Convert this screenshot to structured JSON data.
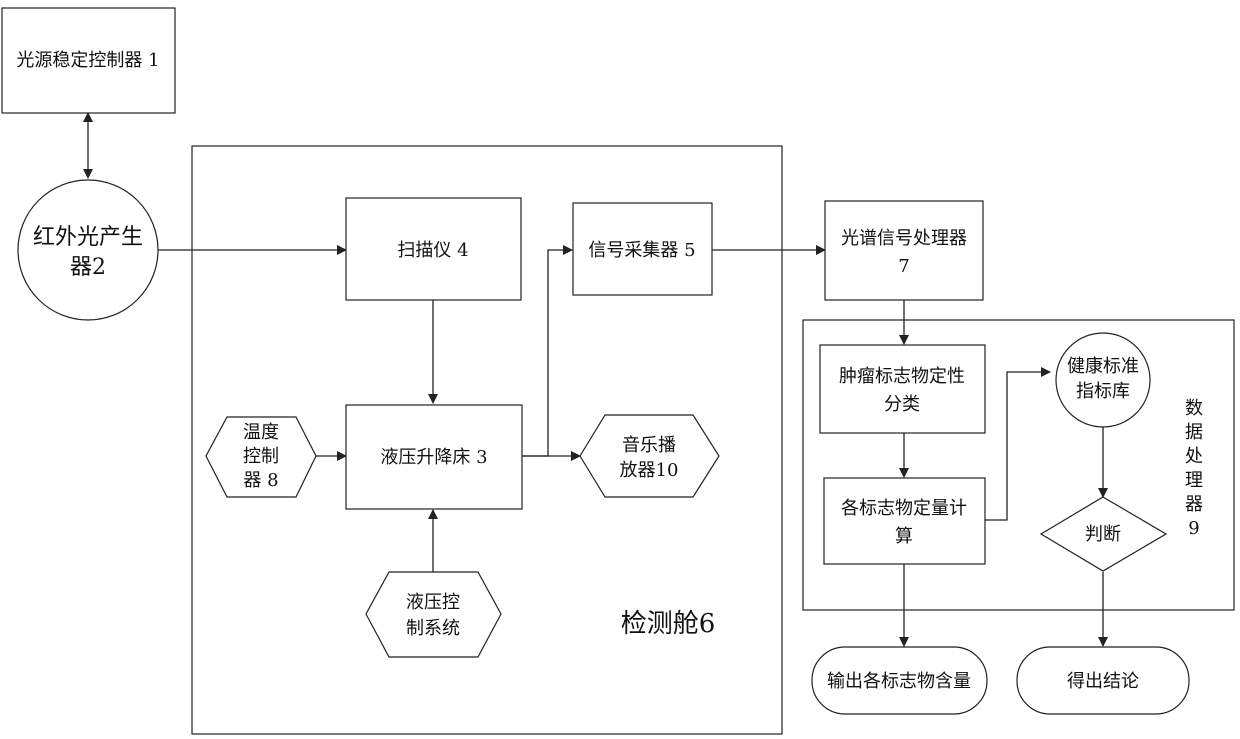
{
  "nodes": {
    "light_controller": "光源稳定控制器 1",
    "ir_generator_line1": "红外光产生",
    "ir_generator_line2": "器2",
    "scanner": "扫描仪 4",
    "signal_collector": "信号采集器 5",
    "spectral_processor_line1": "光谱信号处理器",
    "spectral_processor_line2": "7",
    "temp_controller_line1": "温度",
    "temp_controller_line2": "控制",
    "temp_controller_line3": "器 8",
    "hydraulic_bed": "液压升降床 3",
    "music_player_line1": "音乐播",
    "music_player_line2": "放器10",
    "hydraulic_control_line1": "液压控",
    "hydraulic_control_line2": "制系统",
    "tumor_classification_line1": "肿瘤标志物定性",
    "tumor_classification_line2": "分类",
    "quantitative_calc_line1": "各标志物定量计",
    "quantitative_calc_line2": "算",
    "health_db_line1": "健康标准",
    "health_db_line2": "指标库",
    "judgment": "判断",
    "output_content": "输出各标志物含量",
    "conclusion": "得出结论"
  },
  "groups": {
    "detection_cabin": "检测舱6",
    "data_processor_chars": [
      "数",
      "据",
      "处",
      "理",
      "器",
      "9"
    ]
  }
}
